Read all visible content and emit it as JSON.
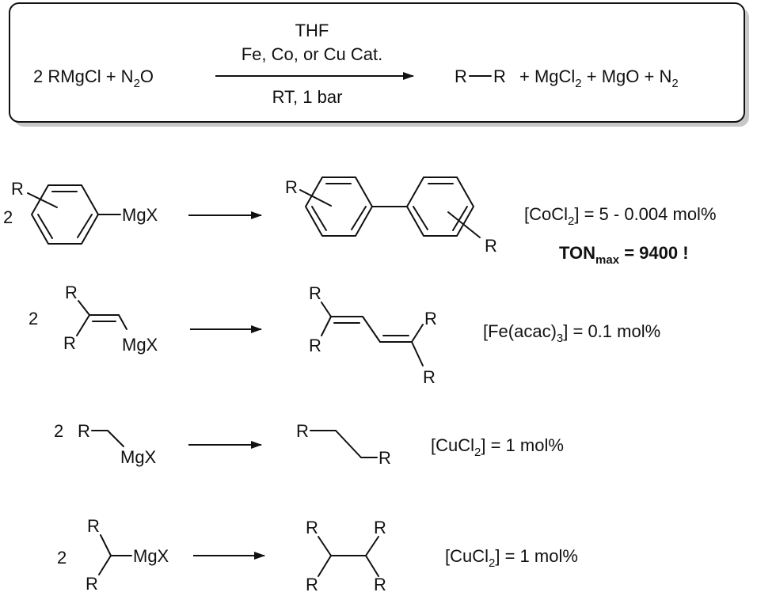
{
  "general": {
    "coef": "2",
    "reactant": "RMgCl + N",
    "reactant_sub": "2",
    "reactant_end": "O",
    "solvent": "THF",
    "catalyst": "Fe, Co, or Cu Cat.",
    "conditions": "RT, 1 bar",
    "product_r1": "R",
    "product_r2": "R",
    "product_rest": "+ MgCl",
    "product_sub1": "2",
    "product_mid": " + MgO + N",
    "product_sub2": "2"
  },
  "rows": [
    {
      "coef": "2",
      "r_label": "R",
      "mgx": "MgX",
      "product_r_left": "R",
      "product_r_right": "R",
      "cat_pre": "[CoCl",
      "cat_sub": "2",
      "cat_post": "] = 5 - 0.004 mol%",
      "ton_main": "TON",
      "ton_sub": "max",
      "ton_rest": " = 9400 !"
    },
    {
      "coef": "2",
      "r_top": "R",
      "r_bottom": "R",
      "mgx": "MgX",
      "p_r_top_left": "R",
      "p_r_bottom_left": "R",
      "p_r_top_right": "R",
      "p_r_bottom_right": "R",
      "cat_pre": "[Fe(acac)",
      "cat_sub": "3",
      "cat_post": "] = 0.1 mol%"
    },
    {
      "coef": "2",
      "r_label": "R",
      "mgx": "MgX",
      "p_r_left": "R",
      "p_r_right": "R",
      "cat_pre": "[CuCl",
      "cat_sub": "2",
      "cat_post": "] = 1 mol%"
    },
    {
      "coef": "2",
      "r_top": "R",
      "r_bottom": "R",
      "mgx": "MgX",
      "p_r_tl": "R",
      "p_r_bl": "R",
      "p_r_tr": "R",
      "p_r_br": "R",
      "cat_pre": "[CuCl",
      "cat_sub": "2",
      "cat_post": "] = 1 mol%"
    }
  ]
}
